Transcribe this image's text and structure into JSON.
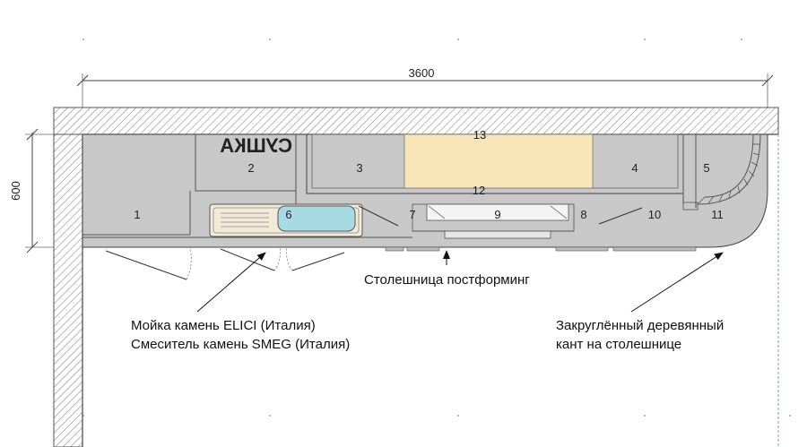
{
  "dimensions": {
    "width": "3600",
    "depth": "600"
  },
  "modules": [
    "1",
    "2",
    "3",
    "4",
    "5",
    "6",
    "7",
    "8",
    "9",
    "10",
    "11",
    "12",
    "13"
  ],
  "dryer_label": "СУШКА",
  "annotations": {
    "sink_line1": "Мойка камень ELICI (Италия)",
    "sink_line2": "Смеситель камень SMEG (Италия)",
    "countertop": "Столешница постформинг",
    "edge_line1": "Закруглённый деревянный",
    "edge_line2": "кант на столешнице"
  },
  "colors": {
    "cabinet": "#c8c8c8",
    "hood": "#f8e6b8",
    "sink": "#a6dbe4",
    "sink_tray": "#f1ead7",
    "wall_hatch": "#8a8a8a",
    "green_edge": "#5fbf6f"
  }
}
